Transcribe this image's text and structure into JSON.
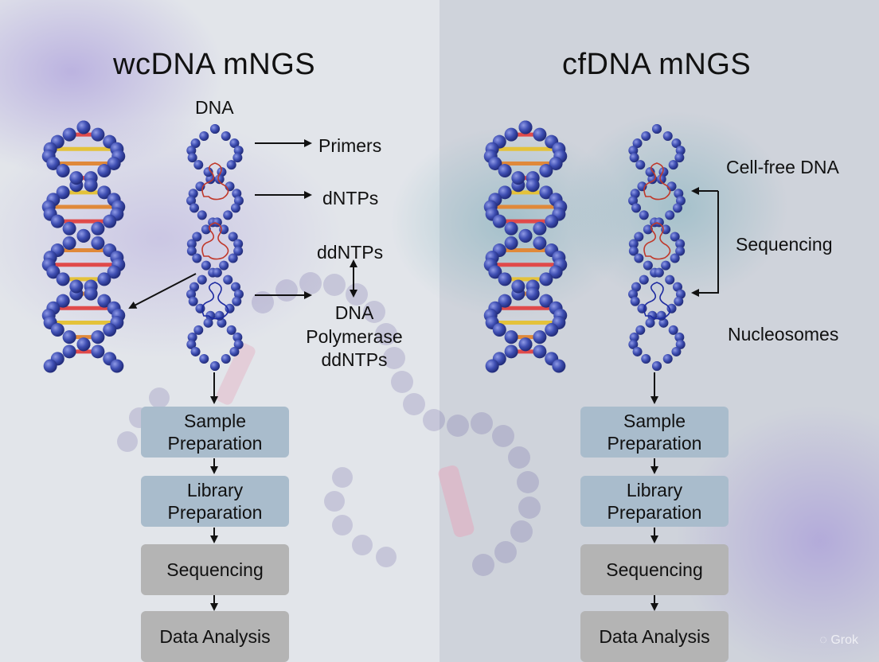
{
  "left": {
    "title": "wcDNA mNGS",
    "dna_label": "DNA",
    "labels": {
      "primers": "Primers",
      "dntps": "dNTPs",
      "ddntps": "ddNTPs",
      "polymerase": "DNA\nPolymerase\nddNTPs"
    },
    "steps": [
      "Sample\nPreparation",
      "Library\nPreparation",
      "Sequencing",
      "Data Analysis"
    ]
  },
  "right": {
    "title": "cfDNA mNGS",
    "labels": {
      "cell_free": "Cell-free DNA",
      "sequencing": "Sequencing",
      "nucleosomes": "Nucleosomes"
    },
    "steps": [
      "Sample\nPreparation",
      "Library\nPreparation",
      "Sequencing",
      "Data Analysis"
    ]
  },
  "watermark": "Grok",
  "colors": {
    "left_bg": "#e2e5ea",
    "right_bg": "#cfd3db",
    "blue_box": "#a9bccc",
    "gray_box": "#b4b4b4",
    "bead": "#3f4fb3",
    "arrow": "#111111"
  },
  "icons": [
    "dna-helix-icon",
    "arrow-icon",
    "watermark-logo-icon"
  ]
}
